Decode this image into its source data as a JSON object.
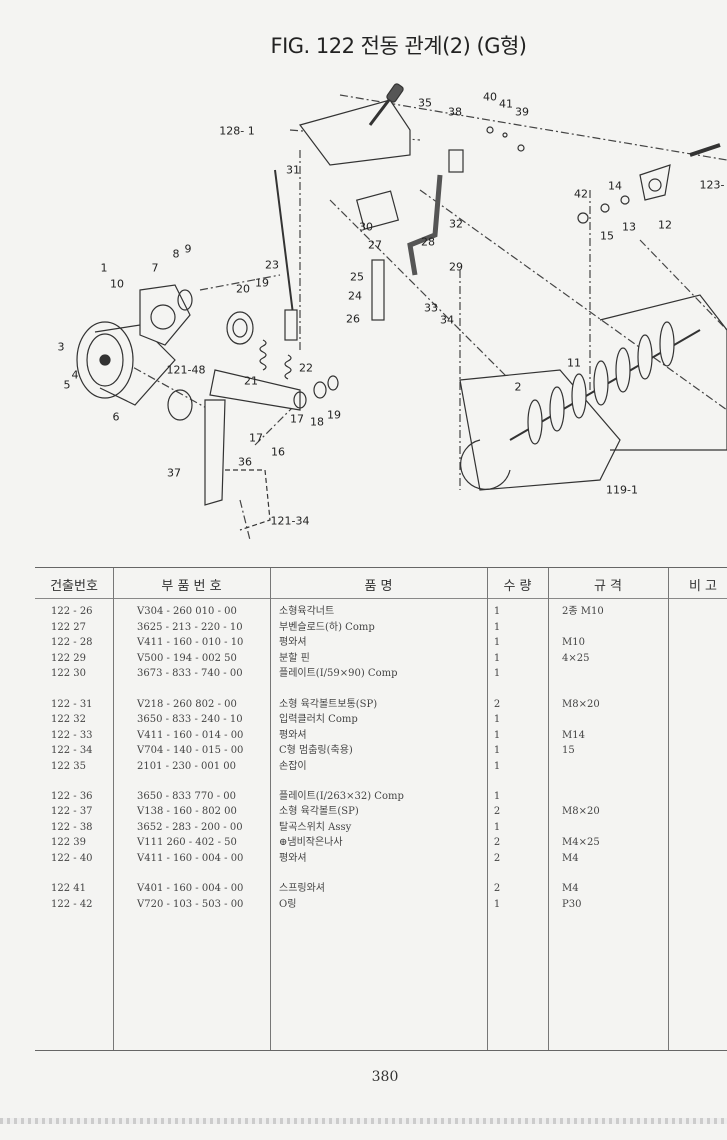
{
  "title": "FIG. 122 전동 관계(2)  (G형)",
  "callouts": [
    "35",
    "38",
    "40",
    "41",
    "39",
    "128- 1",
    "31",
    "30",
    "32",
    "27",
    "28",
    "29",
    "25",
    "24",
    "26",
    "33",
    "34",
    "23",
    "20",
    "19",
    "8",
    "9",
    "7",
    "1",
    "10",
    "3",
    "4",
    "5",
    "6",
    "121-48",
    "22",
    "21",
    "17",
    "18",
    "19",
    "17",
    "16",
    "36",
    "37",
    "121-34",
    "42",
    "14",
    "15",
    "13",
    "12",
    "123-",
    "11",
    "2",
    "119-1"
  ],
  "table": {
    "headers": [
      "건출번호",
      "부 품 번 호",
      "품          명",
      "수 량",
      "규     격",
      "비 고"
    ],
    "rows": [
      {
        "no": "122 - 26",
        "part": "V304 - 260   010 - 00",
        "name": "소형육각너트",
        "qty": "1",
        "spec": "2종 M10"
      },
      {
        "no": "122   27",
        "part": "3625 - 213 - 220 - 10",
        "name": "부벤슬로드(하) Comp",
        "qty": "1",
        "spec": ""
      },
      {
        "no": "122 - 28",
        "part": "V411 - 160 - 010 - 10",
        "name": "평와셔",
        "qty": "1",
        "spec": "M10"
      },
      {
        "no": "122   29",
        "part": "V500 - 194 - 002   50",
        "name": "분할 핀",
        "qty": "1",
        "spec": "4×25"
      },
      {
        "no": "122   30",
        "part": "3673 - 833 - 740 - 00",
        "name": "플레이트(I/59×90) Comp",
        "qty": "1",
        "spec": ""
      },
      {
        "no": "122 - 31",
        "part": "V218 - 260   802 - 00",
        "name": "소형 육각볼트보통(SP)",
        "qty": "2",
        "spec": "M8×20"
      },
      {
        "no": "122   32",
        "part": "3650 - 833 - 240 - 10",
        "name": "입력클러치 Comp",
        "qty": "1",
        "spec": ""
      },
      {
        "no": "122 - 33",
        "part": "V411 - 160 - 014 - 00",
        "name": "평와셔",
        "qty": "1",
        "spec": "M14"
      },
      {
        "no": "122 - 34",
        "part": "V704 - 140 - 015 - 00",
        "name": "C형 멈춤링(축용)",
        "qty": "1",
        "spec": "15"
      },
      {
        "no": "122   35",
        "part": "2101 - 230 - 001   00",
        "name": "손잡이",
        "qty": "1",
        "spec": ""
      },
      {
        "no": "122 - 36",
        "part": "3650 - 833   770 - 00",
        "name": "플레이트(I/263×32) Comp",
        "qty": "1",
        "spec": ""
      },
      {
        "no": "122 - 37",
        "part": "V138 - 160 - 802   00",
        "name": "소형 육각볼트(SP)",
        "qty": "2",
        "spec": "M8×20"
      },
      {
        "no": "122 - 38",
        "part": "3652 - 283 - 200 - 00",
        "name": "탈곡스위치 Assy",
        "qty": "1",
        "spec": ""
      },
      {
        "no": "122   39",
        "part": "V111   260 - 402 - 50",
        "name": "⊕냄비작은나사",
        "qty": "2",
        "spec": "M4×25"
      },
      {
        "no": "122 - 40",
        "part": "V411 - 160 - 004 - 00",
        "name": "평와셔",
        "qty": "2",
        "spec": "M4"
      },
      {
        "no": "122   41",
        "part": "V401 - 160 - 004 - 00",
        "name": "스프링와셔",
        "qty": "2",
        "spec": "M4"
      },
      {
        "no": "122 - 42",
        "part": "V720 - 103 - 503 - 00",
        "name": "O링",
        "qty": "1",
        "spec": "P30"
      }
    ]
  },
  "page_number": "380"
}
